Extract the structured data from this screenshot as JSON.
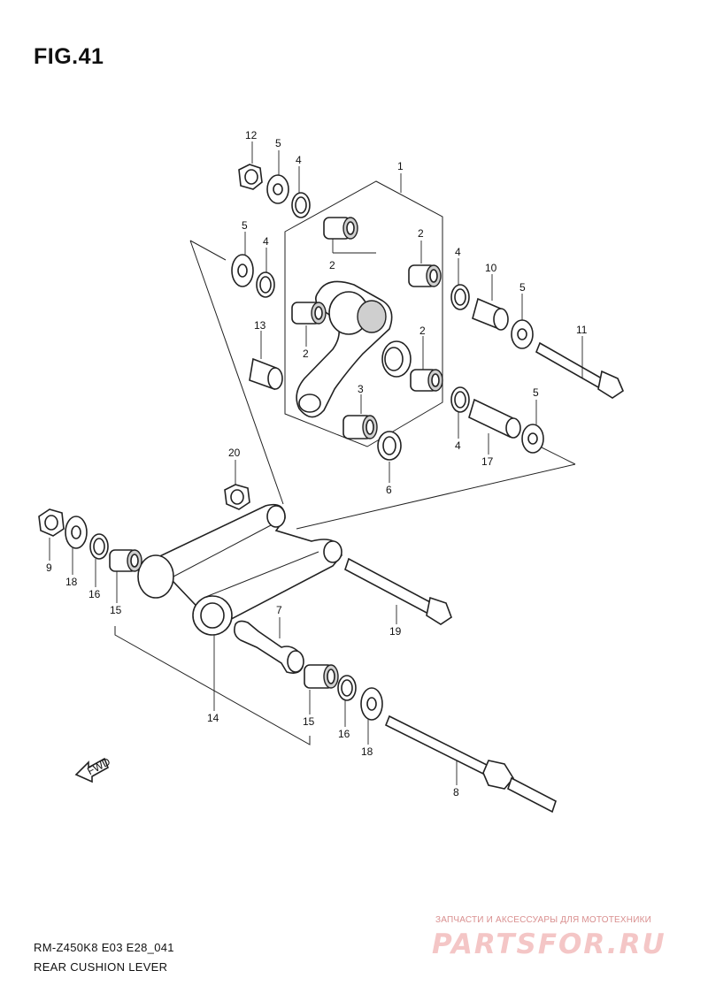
{
  "figure_title": "FIG.41",
  "model_code": "RM-Z450K8 E03 E28_041",
  "diagram_name": "REAR CUSHION LEVER",
  "watermark": {
    "tagline": "ЗАПЧАСТИ И АКСЕССУАРЫ ДЛЯ МОТОТЕХНИКИ",
    "logo": "PARTSFOR.RU"
  },
  "fwd_label": "FWD",
  "callouts": {
    "c1": "1",
    "c2a": "2",
    "c2b": "2",
    "c2c": "2",
    "c2d": "2",
    "c3": "3",
    "c4a": "4",
    "c4b": "4",
    "c4c": "4",
    "c4d": "4",
    "c5a": "5",
    "c5b": "5",
    "c5c": "5",
    "c5d": "5",
    "c6": "6",
    "c7": "7",
    "c8": "8",
    "c9": "9",
    "c10": "10",
    "c11": "11",
    "c12": "12",
    "c13": "13",
    "c14": "14",
    "c15a": "15",
    "c15b": "15",
    "c16a": "16",
    "c16b": "16",
    "c17": "17",
    "c18a": "18",
    "c18b": "18",
    "c19": "19",
    "c20": "20"
  }
}
